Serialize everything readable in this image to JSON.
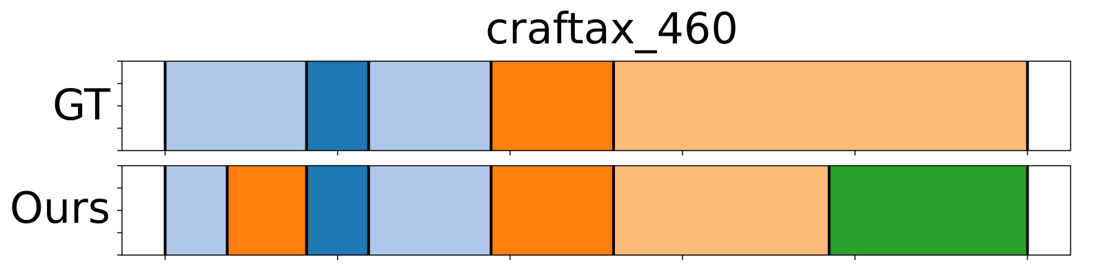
{
  "chart_data": {
    "type": "segmentation",
    "title": "craftax_460",
    "x_range": [
      0,
      550
    ],
    "x_ticks": [
      25,
      125,
      225,
      325,
      425,
      525
    ],
    "tick_labels_shown": false,
    "colors": {
      "light_blue": "#aec7e8",
      "blue": "#1f77b4",
      "orange": "#ff7f0e",
      "light_orange": "#ffbb78",
      "green": "#2ca02c",
      "boundary": "#000000"
    },
    "rows": [
      {
        "label": "GT",
        "segments": [
          {
            "start": 25,
            "end": 107,
            "color": "light_blue"
          },
          {
            "start": 107,
            "end": 143,
            "color": "blue"
          },
          {
            "start": 143,
            "end": 214,
            "color": "light_blue"
          },
          {
            "start": 214,
            "end": 285,
            "color": "orange"
          },
          {
            "start": 285,
            "end": 525,
            "color": "light_orange"
          }
        ]
      },
      {
        "label": "Ours",
        "segments": [
          {
            "start": 25,
            "end": 61,
            "color": "light_blue"
          },
          {
            "start": 61,
            "end": 107,
            "color": "orange"
          },
          {
            "start": 107,
            "end": 143,
            "color": "blue"
          },
          {
            "start": 143,
            "end": 214,
            "color": "light_blue"
          },
          {
            "start": 214,
            "end": 285,
            "color": "orange"
          },
          {
            "start": 285,
            "end": 410,
            "color": "light_orange"
          },
          {
            "start": 410,
            "end": 525,
            "color": "green"
          }
        ]
      }
    ]
  }
}
